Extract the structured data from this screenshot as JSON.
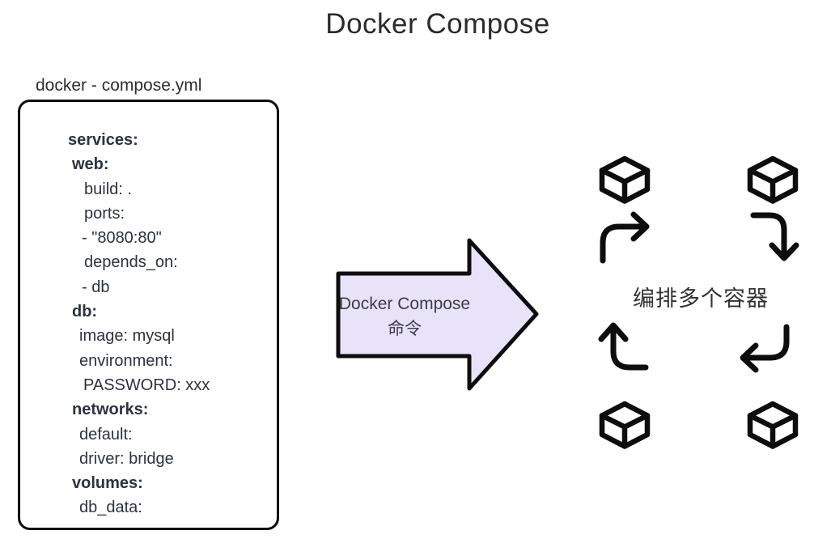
{
  "title": "Docker Compose",
  "compose_file": {
    "label": "docker - compose.yml",
    "lines": [
      {
        "text": "services:",
        "bold": true,
        "indent": 0
      },
      {
        "text": "web:",
        "bold": true,
        "indent": 5
      },
      {
        "text": "build: .",
        "bold": false,
        "indent": 20
      },
      {
        "text": "ports:",
        "bold": false,
        "indent": 20
      },
      {
        "text": "- \"8080:80\"",
        "bold": false,
        "indent": 17
      },
      {
        "text": "depends_on:",
        "bold": false,
        "indent": 20
      },
      {
        "text": "- db",
        "bold": false,
        "indent": 17
      },
      {
        "text": "db:",
        "bold": true,
        "indent": 5
      },
      {
        "text": "image: mysql",
        "bold": false,
        "indent": 14
      },
      {
        "text": "environment:",
        "bold": false,
        "indent": 14
      },
      {
        "text": "PASSWORD: xxx",
        "bold": false,
        "indent": 19
      },
      {
        "text": "networks:",
        "bold": true,
        "indent": 5
      },
      {
        "text": "default:",
        "bold": false,
        "indent": 14
      },
      {
        "text": "driver: bridge",
        "bold": false,
        "indent": 14
      },
      {
        "text": "volumes:",
        "bold": true,
        "indent": 5
      },
      {
        "text": "db_data:",
        "bold": false,
        "indent": 14
      }
    ]
  },
  "command_arrow": {
    "line1": "Docker Compose",
    "line2": "命令",
    "fill": "#e8e3f8",
    "stroke": "#0d0d0d"
  },
  "orchestration": {
    "caption": "编排多个容器",
    "cube_icons": [
      "container-cube-top-left",
      "container-cube-top-right",
      "container-cube-bottom-left",
      "container-cube-bottom-right"
    ],
    "cycle_arrow_icons": [
      "curve-up-to-right",
      "curve-right-to-down",
      "curve-down-to-left",
      "curve-left-to-up"
    ]
  },
  "colors": {
    "ink": "#0d0d0d",
    "yaml_text": "#2b3240",
    "title_text": "#2b2b2b",
    "arrow_fill": "#e8e3f8"
  }
}
